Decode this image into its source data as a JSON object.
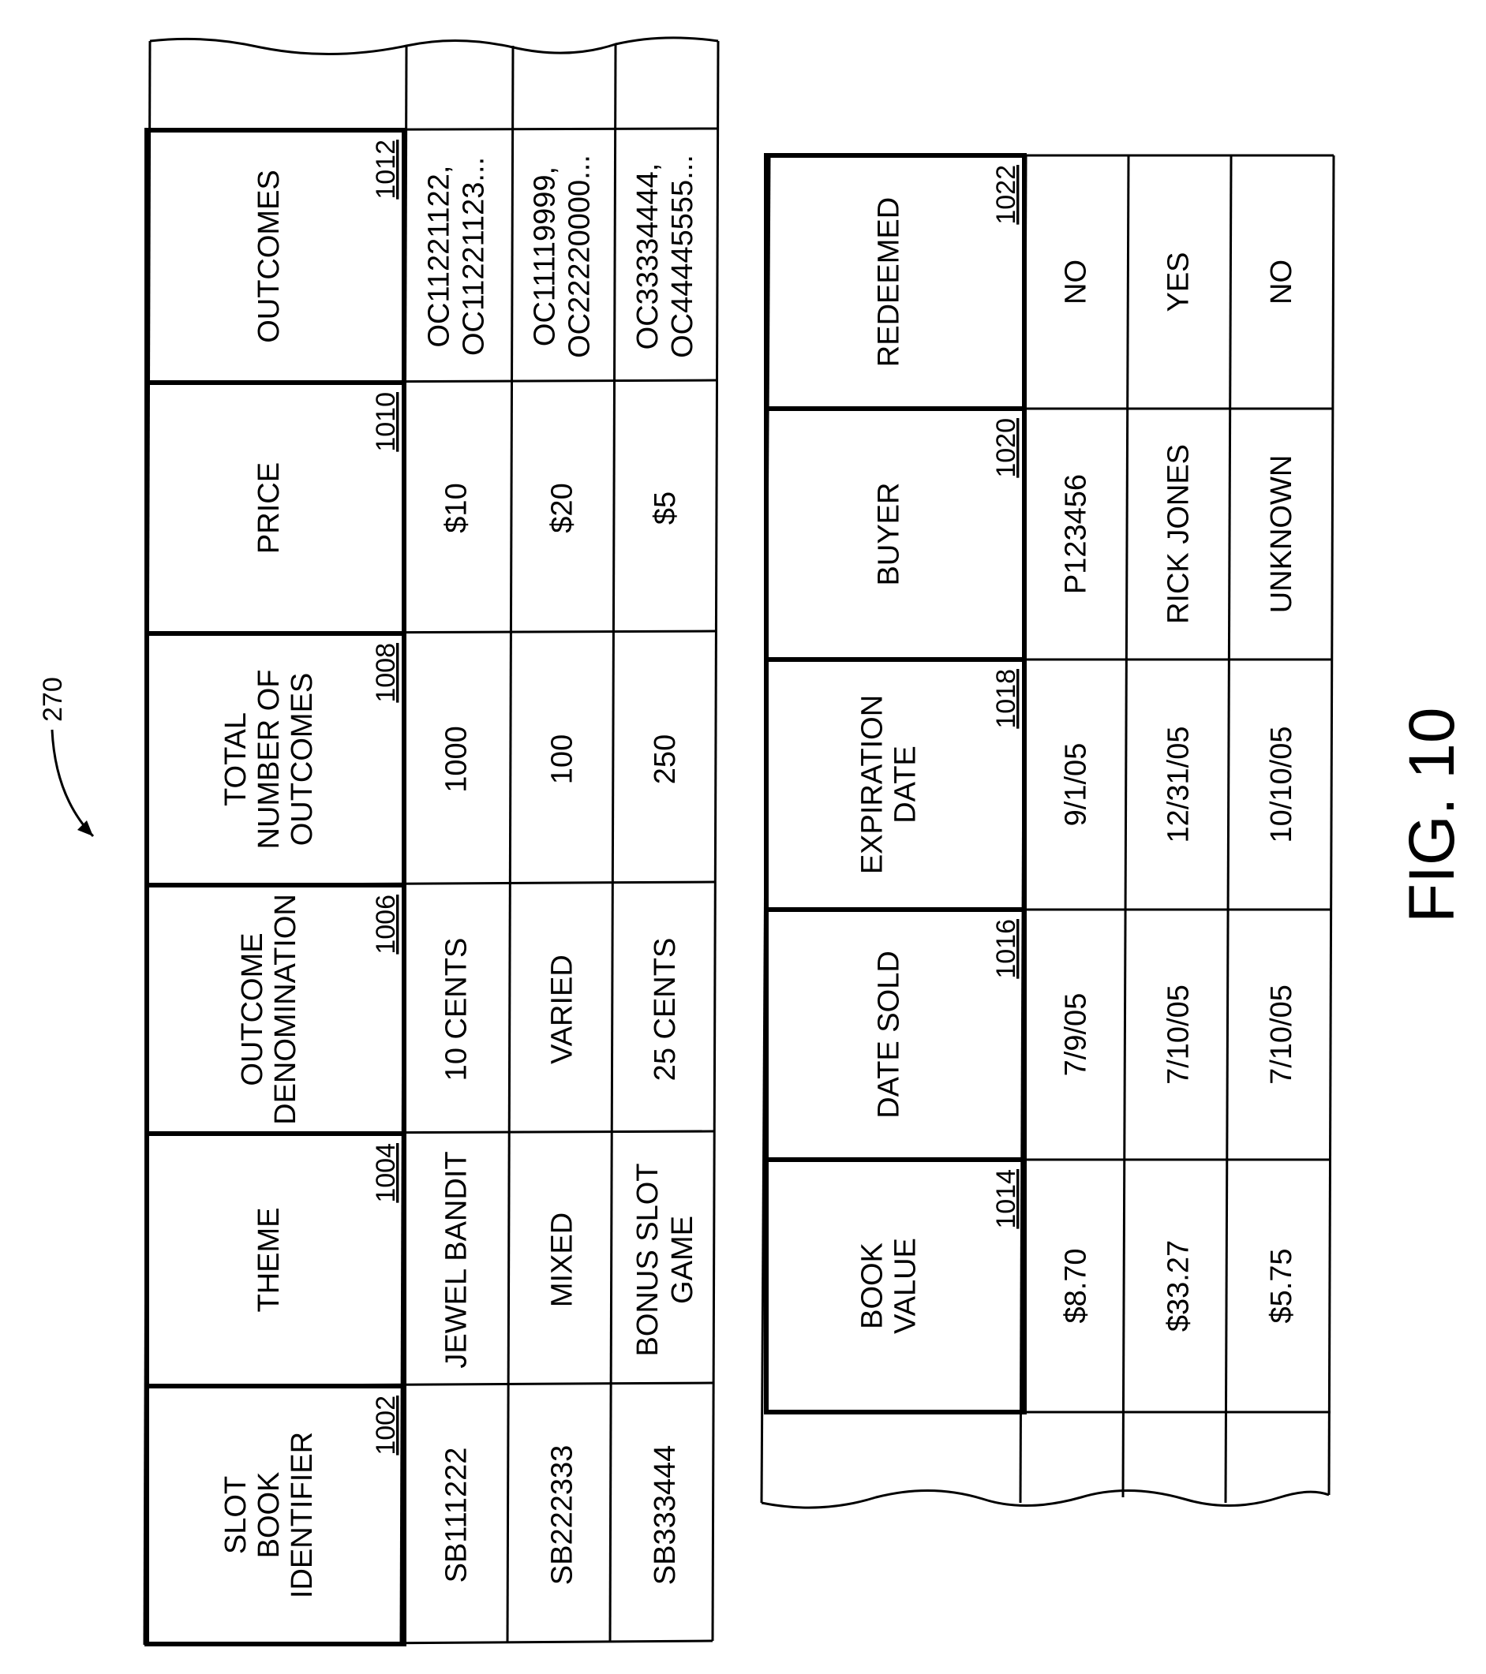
{
  "figure": {
    "label": "FIG. 10",
    "ref": "270"
  },
  "table1": {
    "headers": [
      {
        "lines": [
          "SLOT",
          "BOOK",
          "IDENTIFIER"
        ],
        "ref": "1002"
      },
      {
        "lines": [
          "THEME"
        ],
        "ref": "1004"
      },
      {
        "lines": [
          "OUTCOME",
          "DENOMINATION"
        ],
        "ref": "1006"
      },
      {
        "lines": [
          "TOTAL",
          "NUMBER OF",
          "OUTCOMES"
        ],
        "ref": "1008"
      },
      {
        "lines": [
          "PRICE"
        ],
        "ref": "1010"
      },
      {
        "lines": [
          "OUTCOMES"
        ],
        "ref": "1012"
      }
    ],
    "rows": [
      [
        [
          "SB111222"
        ],
        [
          "JEWEL BANDIT"
        ],
        [
          "10 CENTS"
        ],
        [
          "1000"
        ],
        [
          "$10"
        ],
        [
          "OC11221122,",
          "OC11221123..."
        ]
      ],
      [
        [
          "SB222333"
        ],
        [
          "MIXED"
        ],
        [
          "VARIED"
        ],
        [
          "100"
        ],
        [
          "$20"
        ],
        [
          "OC11119999,",
          "OC22220000..."
        ]
      ],
      [
        [
          "SB333444"
        ],
        [
          "BONUS SLOT",
          "GAME"
        ],
        [
          "25 CENTS"
        ],
        [
          "250"
        ],
        [
          "$5"
        ],
        [
          "OC33334444,",
          "OC44445555..."
        ]
      ]
    ]
  },
  "table2": {
    "headers": [
      {
        "lines": [
          "BOOK",
          "VALUE"
        ],
        "ref": "1014"
      },
      {
        "lines": [
          "DATE SOLD"
        ],
        "ref": "1016"
      },
      {
        "lines": [
          "EXPIRATION",
          "DATE"
        ],
        "ref": "1018"
      },
      {
        "lines": [
          "BUYER"
        ],
        "ref": "1020"
      },
      {
        "lines": [
          "REDEEMED"
        ],
        "ref": "1022"
      }
    ],
    "rows": [
      [
        [
          "$8.70"
        ],
        [
          "7/9/05"
        ],
        [
          "9/1/05"
        ],
        [
          "P123456"
        ],
        [
          "NO"
        ]
      ],
      [
        [
          "$33.27"
        ],
        [
          "7/10/05"
        ],
        [
          "12/31/05"
        ],
        [
          "RICK JONES"
        ],
        [
          "YES"
        ]
      ],
      [
        [
          "$5.75"
        ],
        [
          "7/10/05"
        ],
        [
          "10/10/05"
        ],
        [
          "UNKNOWN"
        ],
        [
          "NO"
        ]
      ]
    ]
  }
}
